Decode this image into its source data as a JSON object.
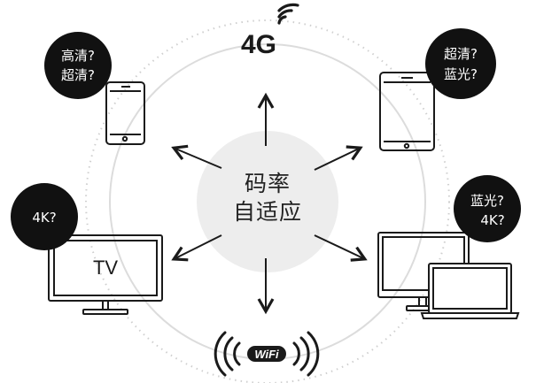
{
  "center": {
    "line1": "码率",
    "line2": "自适应"
  },
  "network_4g": {
    "label": "4G"
  },
  "network_wifi": {
    "label": "WiFi"
  },
  "devices": {
    "phone": {
      "bubble_line1": "高清?",
      "bubble_line2": "超清?"
    },
    "tablet": {
      "bubble_line1": "超清?",
      "bubble_line2": "蓝光?"
    },
    "tv": {
      "label": "TV",
      "bubble_line1": "4K?"
    },
    "desktop": {
      "bubble_line1": "蓝光?",
      "bubble_line2": "4K?"
    }
  },
  "colors": {
    "bubble": "#111111",
    "center_disc": "#ededed",
    "ring": "#d8d8d8",
    "stroke": "#1a1a1a"
  }
}
